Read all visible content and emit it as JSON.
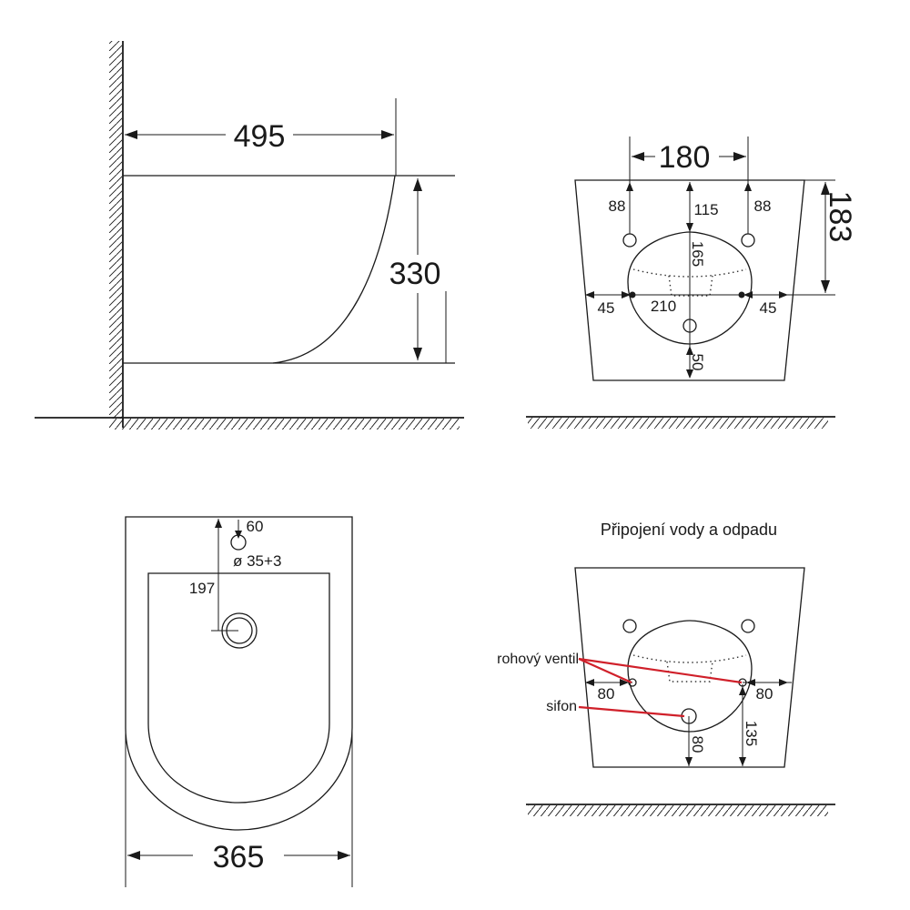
{
  "side_view": {
    "depth": "495",
    "height": "330"
  },
  "rear_view": {
    "hole_spacing": "180",
    "height": "183",
    "left_offset": "88",
    "right_offset": "88",
    "top_to_outlet": "115",
    "outlet_height": "165",
    "side_left": "45",
    "side_right": "45",
    "bolt_spacing": "210",
    "bottom_gap": "50"
  },
  "top_view": {
    "width": "365",
    "hole_offset": "60",
    "hole_diameter": "ø 35+3",
    "hole_depth": "197"
  },
  "connection_view": {
    "title": "Připojení vody a odpadu",
    "valve_label": "rohový ventil",
    "siphon_label": "sifon",
    "left_80": "80",
    "right_80": "80",
    "drain_height": "80",
    "valve_height": "135"
  },
  "colors": {
    "lines": "#1a1a1a",
    "leader": "#d0202a"
  }
}
